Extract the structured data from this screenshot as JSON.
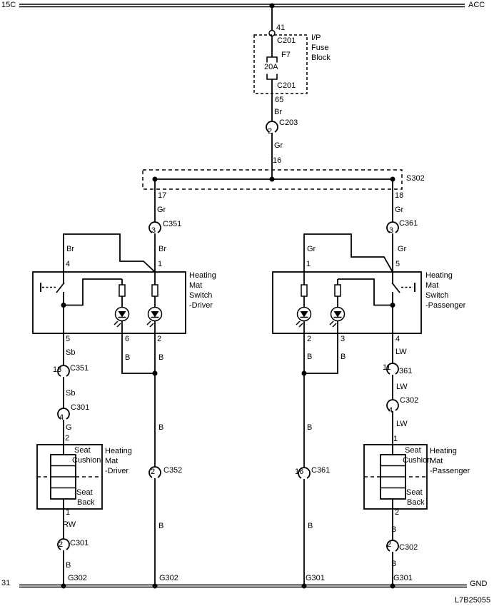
{
  "code": "L7B25055",
  "rails": {
    "power_left": "15C",
    "power_right": "ACC",
    "ground_left": "31",
    "ground_right": "GND"
  },
  "fuse_block": {
    "label": [
      "I/P",
      "Fuse",
      "Block"
    ],
    "pin_in": "41",
    "conn_in": "C201",
    "fuse": "F7",
    "rating": "20A",
    "conn_out": "C201",
    "pin_out": "65"
  },
  "feed": {
    "wire1": "Br",
    "conn1": "C203",
    "conn1_pin": "2",
    "wire2": "Gr",
    "pin_splice_in": "16",
    "splice": "S302"
  },
  "driver": {
    "splice_pin": "17",
    "drop_wire": "Gr",
    "drop_conn": "C351",
    "drop_conn_pin": "3",
    "switch": {
      "label": [
        "Heating",
        "Mat",
        "Switch",
        "-Driver"
      ],
      "wire_left": "Br",
      "pin_left": "4",
      "wire_right": "Br",
      "pin_right": "1",
      "pin_bottom1": "5",
      "pin_bottom2": "6",
      "pin_bottom3": "2"
    },
    "supply": {
      "wire1": "Sb",
      "conn1_pin": "13",
      "conn1": "C351",
      "wire2": "Sb",
      "conn2": "C301",
      "conn2_pin": "4",
      "wire3": "G",
      "mat_pin": "2"
    },
    "mat": {
      "label": [
        "Heating",
        "Mat",
        "-Driver"
      ],
      "cushion": [
        "Seat",
        "Cushion"
      ],
      "back": [
        "Seat",
        "Back"
      ],
      "pin_out": "1",
      "wire1": "RW",
      "conn_pin": "2",
      "conn": "C301",
      "wire2": "B",
      "ground": "G302"
    },
    "return": {
      "wire_b1": "B",
      "wire_b2": "B",
      "wire_joined": "B",
      "conn_pin": "2",
      "conn": "C352",
      "wire_lower": "B",
      "ground": "G302"
    }
  },
  "passenger": {
    "splice_pin": "18",
    "drop_wire": "Gr",
    "drop_conn": "C361",
    "drop_conn_pin": "3",
    "switch": {
      "label": [
        "Heating",
        "Mat",
        "Switch",
        "-Passenger"
      ],
      "wire_left": "Gr",
      "pin_left": "1",
      "wire_right": "Gr",
      "pin_right": "5",
      "pin_bottom1": "2",
      "pin_bottom2": "3",
      "pin_bottom3": "4"
    },
    "supply": {
      "wire1": "LW",
      "conn1_pin": "11",
      "conn1": "361",
      "wire2": "LW",
      "conn2": "C302",
      "conn2_pin": "4",
      "wire3": "LW",
      "mat_pin": "1"
    },
    "mat": {
      "label": [
        "Heating",
        "Mat",
        "-Passenger"
      ],
      "cushion": [
        "Seat",
        "Cushion"
      ],
      "back": [
        "Seat",
        "Back"
      ],
      "pin_out": "2",
      "wire1": "B",
      "conn_pin": "2",
      "conn": "C302",
      "wire2": "B",
      "ground": "G301"
    },
    "return": {
      "wire_b1": "B",
      "wire_b2": "B",
      "wire_joined": "B",
      "conn_pin": "16",
      "conn": "C361",
      "wire_lower": "B",
      "ground": "G301"
    }
  }
}
